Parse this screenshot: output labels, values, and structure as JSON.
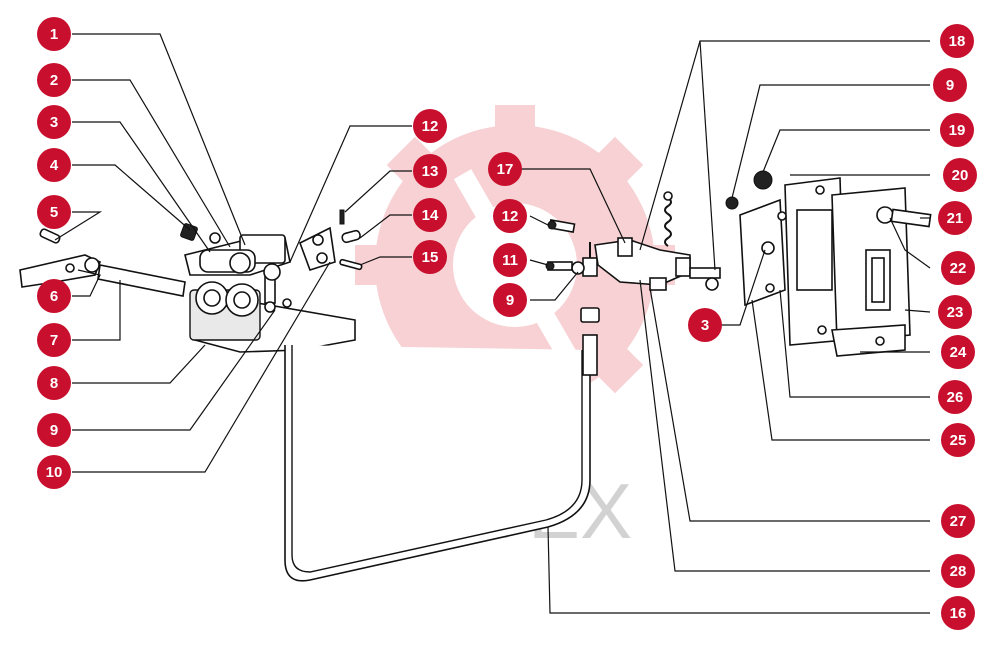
{
  "watermark": {
    "text": "ИНТЕХ",
    "logo_color": "#f6c9cc",
    "text_color": "#d2d2d2"
  },
  "callout_color": "#c8102e",
  "callouts": [
    {
      "id": "c1",
      "number": "1"
    },
    {
      "id": "c2",
      "number": "2"
    },
    {
      "id": "c3",
      "number": "3"
    },
    {
      "id": "c4",
      "number": "4"
    },
    {
      "id": "c5",
      "number": "5"
    },
    {
      "id": "c6",
      "number": "6"
    },
    {
      "id": "c7",
      "number": "7"
    },
    {
      "id": "c8",
      "number": "8"
    },
    {
      "id": "c9a",
      "number": "9"
    },
    {
      "id": "c10",
      "number": "10"
    },
    {
      "id": "c12a",
      "number": "12"
    },
    {
      "id": "c13",
      "number": "13"
    },
    {
      "id": "c14",
      "number": "14"
    },
    {
      "id": "c15",
      "number": "15"
    },
    {
      "id": "c17",
      "number": "17"
    },
    {
      "id": "c12b",
      "number": "12"
    },
    {
      "id": "c11",
      "number": "11"
    },
    {
      "id": "c9b",
      "number": "9"
    },
    {
      "id": "c18",
      "number": "18"
    },
    {
      "id": "c9c",
      "number": "9"
    },
    {
      "id": "c19",
      "number": "19"
    },
    {
      "id": "c20",
      "number": "20"
    },
    {
      "id": "c21",
      "number": "21"
    },
    {
      "id": "c22",
      "number": "22"
    },
    {
      "id": "c23",
      "number": "23"
    },
    {
      "id": "c24",
      "number": "24"
    },
    {
      "id": "c3b",
      "number": "3"
    },
    {
      "id": "c26",
      "number": "26"
    },
    {
      "id": "c25",
      "number": "25"
    },
    {
      "id": "c27",
      "number": "27"
    },
    {
      "id": "c28",
      "number": "28"
    },
    {
      "id": "c16",
      "number": "16"
    }
  ]
}
